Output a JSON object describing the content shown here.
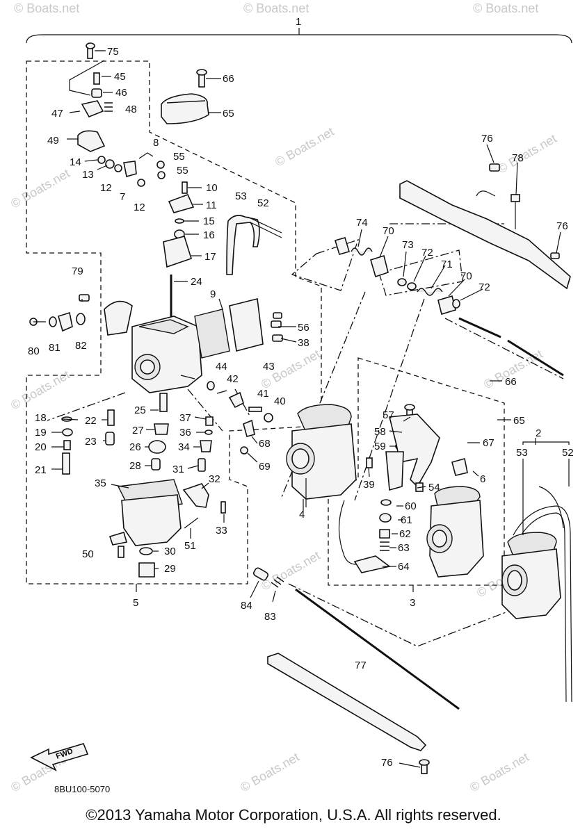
{
  "watermark": "© Boats.net",
  "doc_code": "8BU100-5070",
  "fwd_label": "FWD",
  "copyright": "©2013 Yamaha Motor Corporation, U.S.A. All rights reserved.",
  "labels": {
    "n1": "1",
    "n2": "2",
    "n3": "3",
    "n4": "4",
    "n5": "5",
    "n6": "6",
    "n7": "7",
    "n8": "8",
    "n9": "9",
    "n10": "10",
    "n11": "11",
    "n12a": "12",
    "n12b": "12",
    "n13": "13",
    "n14": "14",
    "n15": "15",
    "n16": "16",
    "n17": "17",
    "n18": "18",
    "n19": "19",
    "n20": "20",
    "n21": "21",
    "n22": "22",
    "n23": "23",
    "n24": "24",
    "n25": "25",
    "n26": "26",
    "n27": "27",
    "n28": "28",
    "n29": "29",
    "n30": "30",
    "n31": "31",
    "n32": "32",
    "n33": "33",
    "n34": "34",
    "n35": "35",
    "n36": "36",
    "n37": "37",
    "n38": "38",
    "n39": "39",
    "n40": "40",
    "n41": "41",
    "n42": "42",
    "n43": "43",
    "n44": "44",
    "n45": "45",
    "n46": "46",
    "n47": "47",
    "n48": "48",
    "n49": "49",
    "n50": "50",
    "n51": "51",
    "n52a": "52",
    "n52b": "52",
    "n53a": "53",
    "n53b": "53",
    "n54": "54",
    "n55a": "55",
    "n55b": "55",
    "n56": "56",
    "n57": "57",
    "n58": "58",
    "n59": "59",
    "n60": "60",
    "n61": "61",
    "n62": "62",
    "n63": "63",
    "n64": "64",
    "n65a": "65",
    "n65b": "65",
    "n66a": "66",
    "n66b": "66",
    "n67": "67",
    "n68": "68",
    "n69": "69",
    "n70a": "70",
    "n70b": "70",
    "n71": "71",
    "n72a": "72",
    "n72b": "72",
    "n73": "73",
    "n74": "74",
    "n75": "75",
    "n76a": "76",
    "n76b": "76",
    "n76c": "76",
    "n77": "77",
    "n78": "78",
    "n79": "79",
    "n80": "80",
    "n81": "81",
    "n82": "82",
    "n83": "83",
    "n84": "84"
  }
}
